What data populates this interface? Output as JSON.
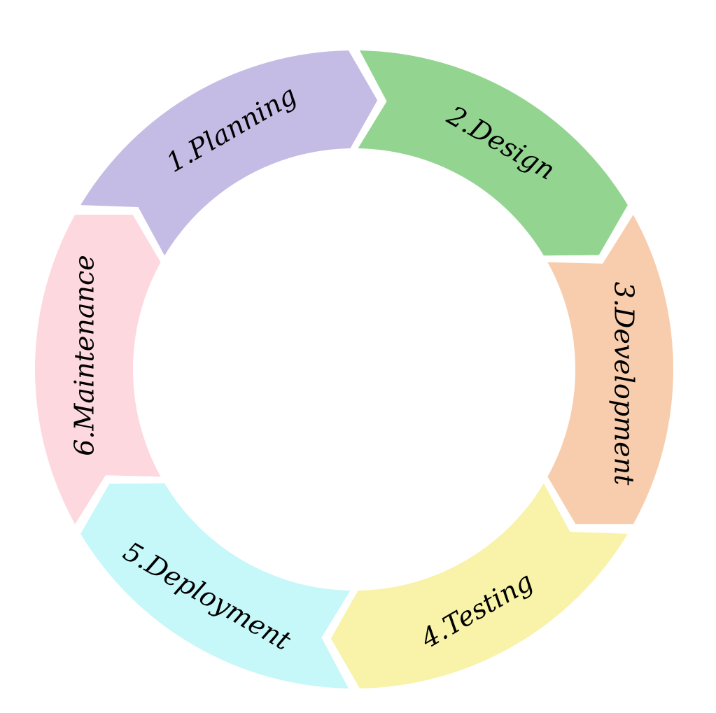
{
  "diagram": {
    "segments": [
      {
        "label": "1.Planning",
        "color": "#c4bce4"
      },
      {
        "label": "2.Design",
        "color": "#93d590"
      },
      {
        "label": "3.Development",
        "color": "#f8cdad"
      },
      {
        "label": "4.Testing",
        "color": "#f8f3a9"
      },
      {
        "label": "5.Deployment",
        "color": "#c6f7f9"
      },
      {
        "label": "6.Maintenance",
        "color": "#fdd8de"
      }
    ]
  }
}
